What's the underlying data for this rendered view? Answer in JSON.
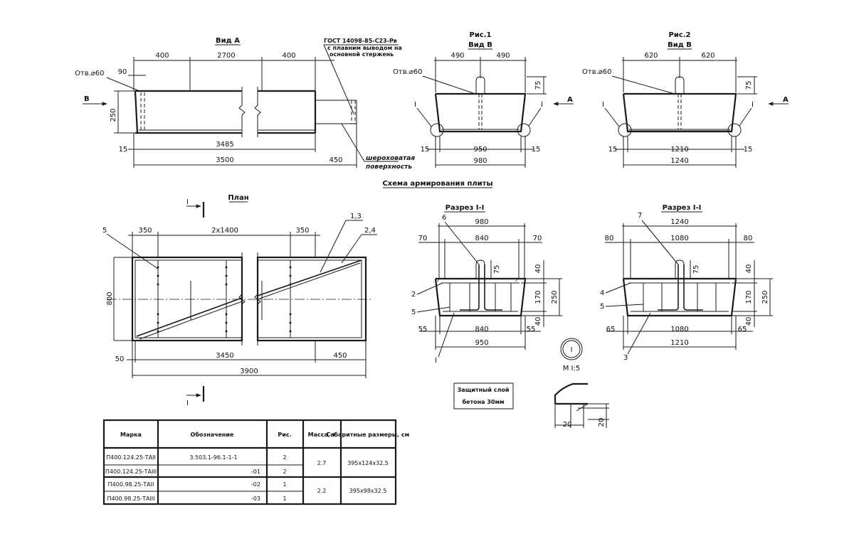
{
  "views": {
    "vid_a": {
      "title": "Вид А",
      "dims": [
        "400",
        "2700",
        "400",
        "90",
        "250",
        "15",
        "3485",
        "3500",
        "450"
      ],
      "hole": "Отв.⌀60",
      "arrow": "В",
      "note_gost": [
        "ГОСТ 14098-85-С23-Рв",
        "с плавним выводом на",
        "основной стержень"
      ],
      "note_rough": [
        "шероховатая",
        "поверхность"
      ]
    },
    "ris1": {
      "title": "Рис.1",
      "subtitle": "Вид В",
      "dims": [
        "490",
        "490",
        "75",
        "15",
        "950",
        "15",
        "980"
      ],
      "hole": "Отв.⌀60",
      "marks": [
        "I",
        "I"
      ],
      "arrow": "А"
    },
    "ris2": {
      "title": "Рис.2",
      "subtitle": "Вид В",
      "dims": [
        "620",
        "620",
        "75",
        "15",
        "1210",
        "15",
        "1240"
      ],
      "hole": "Отв.⌀60",
      "marks": [
        "I",
        "I"
      ],
      "arrow": "А"
    },
    "scheme_title": "Схема армирования плиты",
    "plan": {
      "title": "План",
      "dims": [
        "350",
        "2x1400",
        "350",
        "800",
        "50",
        "3450",
        "450",
        "3900"
      ],
      "callouts": [
        "5",
        "1,3",
        "2,4"
      ],
      "section_mark": "I"
    },
    "razrez1": {
      "title": "Разрез I-I",
      "dims": [
        "980",
        "70",
        "840",
        "70",
        "75",
        "40",
        "170",
        "250",
        "40",
        "55",
        "840",
        "55",
        "950"
      ],
      "callouts": [
        "6",
        "2",
        "5",
        "I"
      ]
    },
    "razrez2": {
      "title": "Разрез I-I",
      "dims": [
        "1240",
        "80",
        "1080",
        "80",
        "75",
        "40",
        "170",
        "250",
        "40",
        "65",
        "1080",
        "65",
        "1210"
      ],
      "callouts": [
        "7",
        "4",
        "5",
        "3"
      ]
    },
    "node": {
      "mark": "I",
      "scale": "М I:5",
      "dims": [
        "20",
        "20"
      ]
    },
    "cover_note": [
      "Защитный слой",
      "бетона 30мм"
    ]
  },
  "table": {
    "headers": [
      "Марка",
      "Обозначение",
      "Рис.",
      "Масса, т",
      "Габаритные размеры, см"
    ],
    "rows": [
      {
        "marka": "П400.124.25-ТАII",
        "oboz": "3.503.1-96.1-1-1",
        "ris": "2"
      },
      {
        "marka": "П400.124.25-ТАIII",
        "oboz": "-01",
        "ris": "2"
      },
      {
        "marka": "П400.98.25-ТАII",
        "oboz": "-02",
        "ris": "1"
      },
      {
        "marka": "П400.98.25-ТАIII",
        "oboz": "-03",
        "ris": "1"
      }
    ],
    "groups": [
      {
        "massa": "2.7",
        "gabarit": "395x124x32.5"
      },
      {
        "massa": "2.2",
        "gabarit": "395x98x32.5"
      }
    ]
  }
}
